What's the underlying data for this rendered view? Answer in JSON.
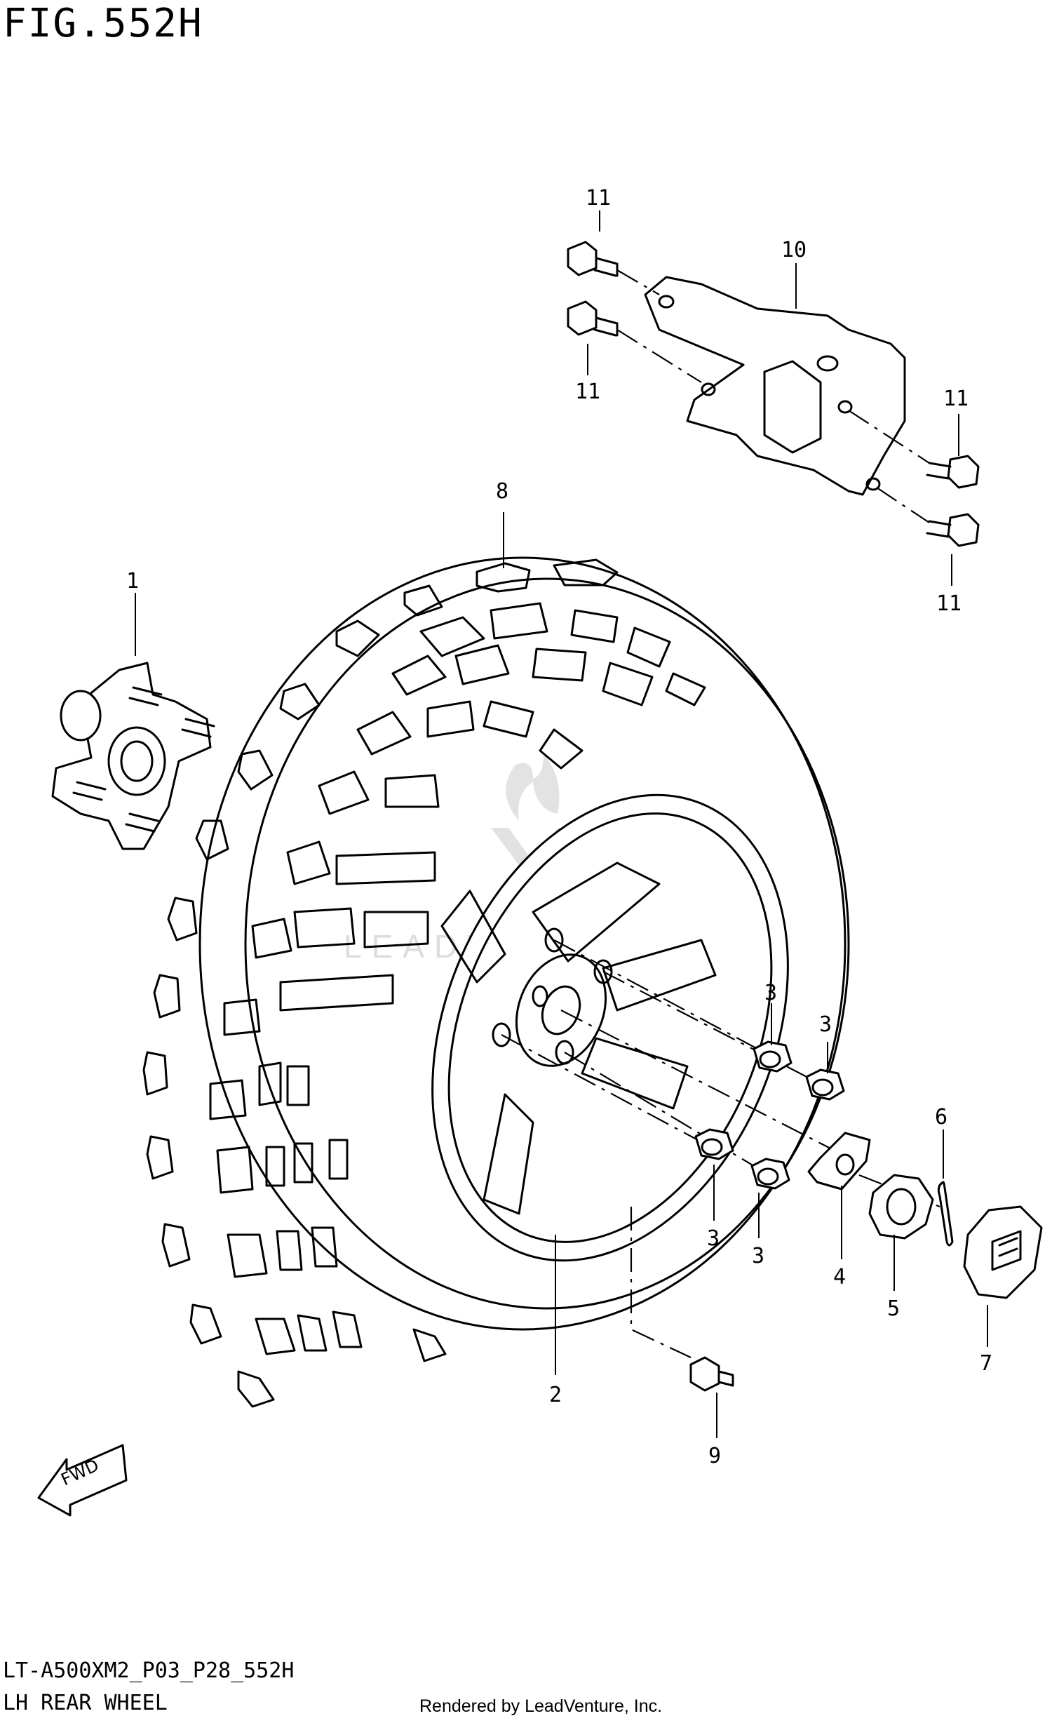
{
  "figure_title": "FIG.552H",
  "model_code": "LT-A500XM2_P03_P28_552H",
  "section_name": "LH REAR WHEEL",
  "credit": "Rendered by LeadVenture, Inc.",
  "watermark": "LEADVENTURE",
  "fwd_label": "FWD",
  "callouts": {
    "c1": "1",
    "c2": "2",
    "c3a": "3",
    "c3b": "3",
    "c3c": "3",
    "c3d": "3",
    "c4": "4",
    "c5": "5",
    "c6": "6",
    "c7": "7",
    "c8": "8",
    "c9": "9",
    "c10": "10",
    "c11a": "11",
    "c11b": "11",
    "c11c": "11",
    "c11d": "11"
  }
}
